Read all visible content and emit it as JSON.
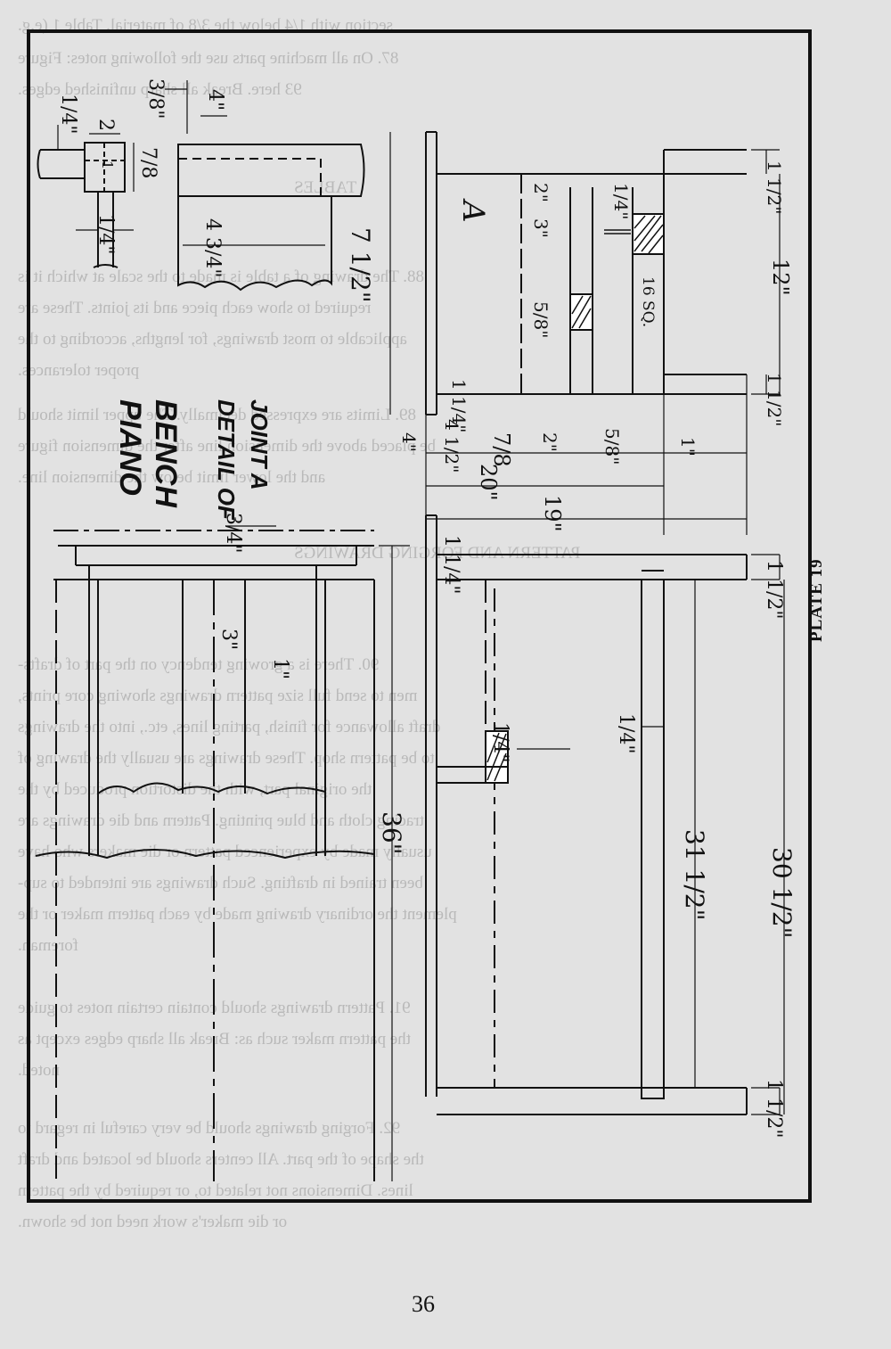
{
  "bleed_lines": [
    "section with 1/4 below the 3/8 of material.  Table 1 (e.g.",
    "87.  On all machine parts use the following notes: Figure",
    "93 here.  Break all sharp unfinished edges.",
    "TABLES",
    "88.  The drawing of a table is made to the scale at which it is",
    "required to show each piece and its joints.  These are",
    "applicable to most drawings, for lengths, according to the",
    "proper tolerances.",
    "89.  Limits are expressed decimally.  The upper limit should",
    "be placed above the dimension line after the dimension figure",
    "and the lower limit below the dimension line.",
    "PATTERN AND FORGING DRAWINGS",
    "90.  There is a growing tendency on the part of drafts-",
    "men to send full size pattern drawings showing core prints,",
    "draft allowance for finish, parting lines, etc., into the drawings",
    "to be pattern shop.  These drawings are usually the drawing of",
    "the original part, with the distortion produced by the",
    "tracing cloth and blue printing.  Pattern and die drawings are",
    "usually made by experienced pattern or die makers who have",
    "been trained in drafting.  Such drawings are intended to sup-",
    "plement the ordinary drawing made by each pattern maker or the",
    "foreman.",
    "91.  Pattern drawings should contain certain notes to guide",
    "the pattern maker such as: Break all sharp edges except as",
    "noted.",
    "92.  Forging drawings should be very careful in regard to",
    "the shape of the part.  All centers should be located and draft",
    "lines.  Dimensions not related to, or required by the pattern",
    "or die maker's work need not be shown."
  ],
  "drawing": {
    "title_lines": [
      "PIANO",
      "BENCH"
    ],
    "detail_lines": [
      "DETAIL OF",
      "JOINT A"
    ],
    "joint_label": "A",
    "dimensions": {
      "d_quarter": "1/4\"",
      "d_2": "2",
      "d_1": "1",
      "d_3_8": "3/8\"",
      "d_7_8": "7/8",
      "d_4": "4\"",
      "d_1_4_small": "1/4\"",
      "d_4_3_4": "4 3/4\"",
      "d_7_half": "7 1/2\"",
      "d_12": "12\"",
      "d_1_half_a": "1 1/2\"",
      "d_1_half_b": "1 1/2\"",
      "d_1_half_c": "1 1/2\"",
      "d_1_half_d": "1 1/2\"",
      "d_2_right": "2\"",
      "d_3_right": "3\"",
      "d_quarter_r": "1/4\"",
      "d_5_8": "5/8\"",
      "d_16_sq": "16 SQ.",
      "d_1_quarter": "1 1/4\"",
      "d_4_row": "4\"",
      "d_4_half_row": "4 1/2\"",
      "d_7_8_row": "7/8",
      "d_2_row": "2\"",
      "d_5_8_row": "5/8\"",
      "d_1_half_row": "1\"",
      "d_20": "20\"",
      "d_19": "19\"",
      "d_3_4": "3/4\"",
      "d_1_quarter_b": "1 1/4\"",
      "d_3_front": "3\"",
      "d_1_front": "1\"",
      "d_36": "36\"",
      "d_1_4_side": "1/4\"",
      "d_quarter_mid": "1/4\"",
      "d_31_half": "31 1/2\"",
      "d_30_half": "30 1/2\""
    }
  },
  "plate_label": "PLATE 19",
  "page_number": "36"
}
